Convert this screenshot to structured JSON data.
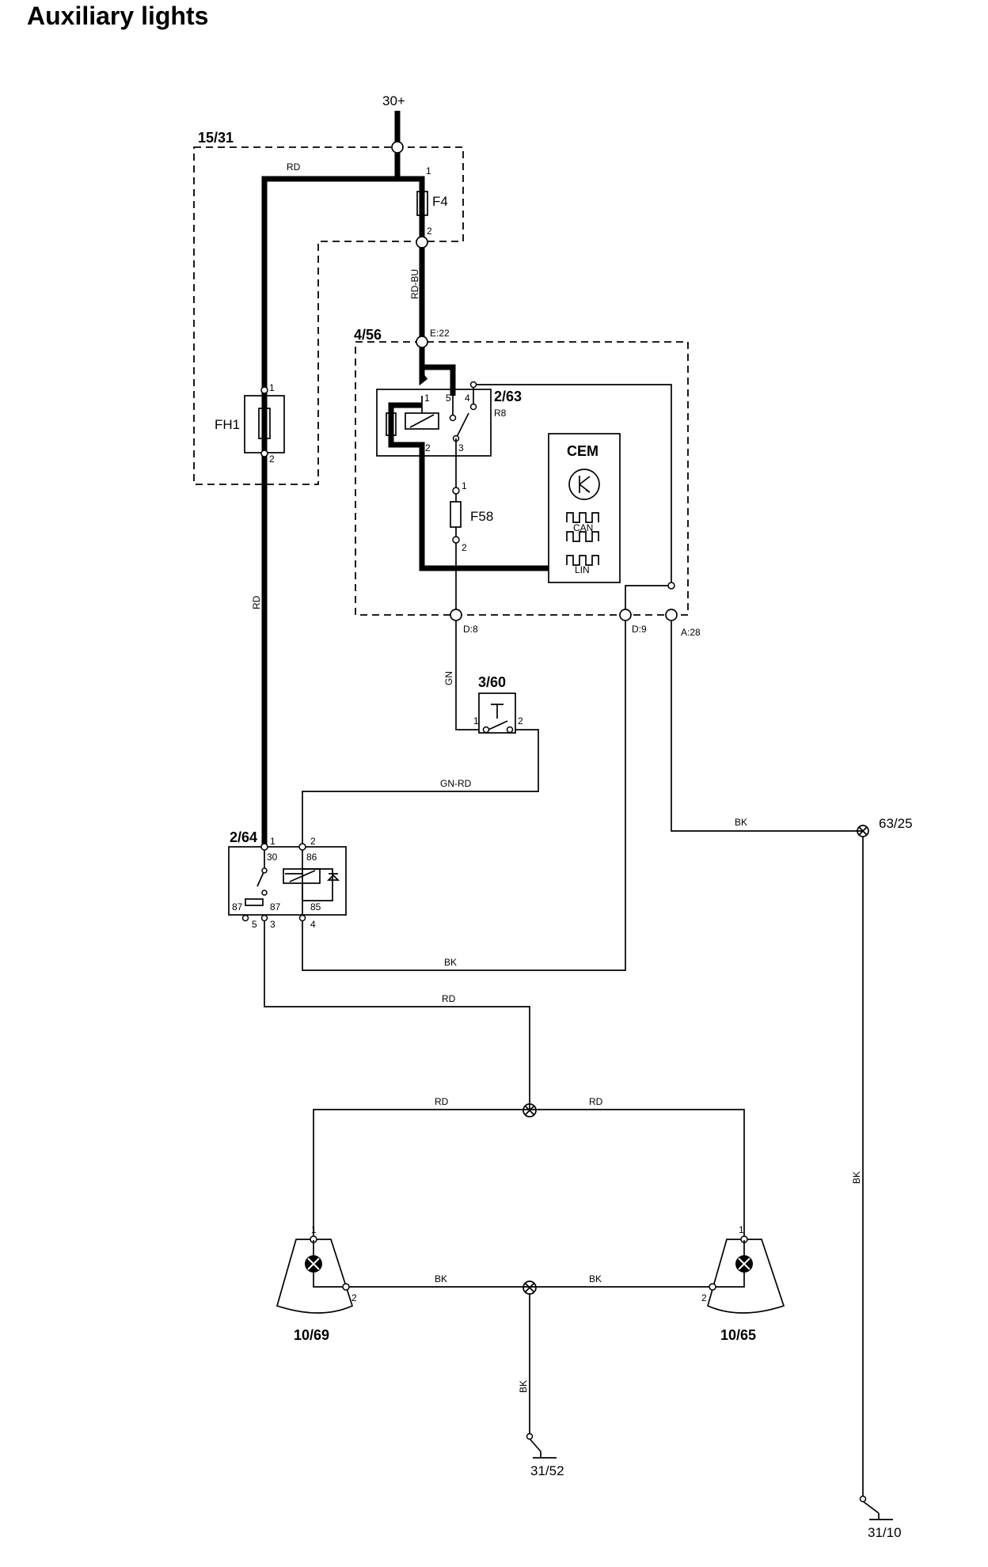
{
  "title": "Auxiliary lights",
  "supply": "30+",
  "components": {
    "fuse_box": "15/31",
    "fuse_f4": "F4",
    "fuse_fh1": "FH1",
    "cem_box": "4/56",
    "relay_r8_id": "2/63",
    "relay_r8": "R8",
    "cem": "CEM",
    "can": "CAN",
    "lin": "LIN",
    "fuse_f58": "F58",
    "switch": "3/60",
    "relay_aux": "2/64",
    "lamp_left": "10/69",
    "lamp_right": "10/65",
    "splice_bk": "63/25",
    "ground_lamps": "31/52",
    "ground_main": "31/10"
  },
  "connectors": {
    "e22": "E:22",
    "d8": "D:8",
    "d9": "D:9",
    "a28": "A:28"
  },
  "wires": {
    "rd": "RD",
    "rd_bu": "RD-BU",
    "gn": "GN",
    "gn_rd": "GN-RD",
    "bk": "BK"
  },
  "pins": {
    "p1": "1",
    "p2": "2",
    "p3": "3",
    "p4": "4",
    "p5": "5",
    "p30": "30",
    "p86": "86",
    "p85": "85",
    "p87": "87"
  }
}
